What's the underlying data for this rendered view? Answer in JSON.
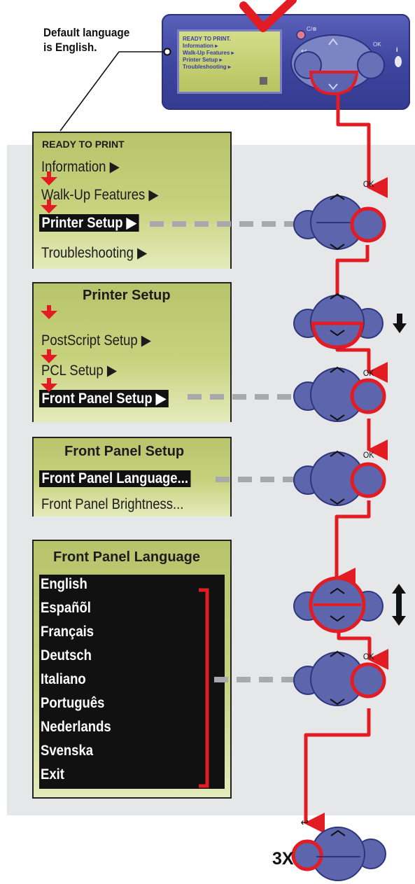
{
  "note": {
    "line1": "Default language",
    "line2": "is English."
  },
  "header_panel": {
    "lcd_lines": [
      "READY TO PRINT.",
      "Information ▸",
      "Walk-Up Features ▸",
      "Printer Setup ▸",
      "Troubleshooting ▸"
    ],
    "ok_label": "OK",
    "cancel_label": "C/⊗",
    "back_label": "↩",
    "info_label": "i"
  },
  "screen1": {
    "title": "READY TO PRINT",
    "items": [
      "Information ▶",
      "Walk-Up Features ▶",
      "Printer Setup ▶",
      "Troubleshooting ▶"
    ]
  },
  "screen2": {
    "title": "Printer Setup",
    "items": [
      "PostScript Setup ▶",
      "PCL Setup ▶",
      "Front Panel Setup ▶"
    ]
  },
  "screen3": {
    "title": "Front Panel Setup",
    "items": [
      "Front Panel Language...",
      "Front Panel Brightness..."
    ]
  },
  "screen4": {
    "title": "Front Panel Language",
    "languages": [
      "English",
      "Españõl",
      "Français",
      "Deutsch",
      "Italiano",
      "Português",
      "Nederlands",
      "Svenska",
      "Exit"
    ]
  },
  "ok_label": "OK",
  "back_glyph": "↩",
  "repeat_label": "3X",
  "colors": {
    "accent_red": "#e31b23",
    "button_blue": "#4d5aa3",
    "lcd_green": "#c2cd76",
    "band_gray": "#e6e7e8"
  }
}
